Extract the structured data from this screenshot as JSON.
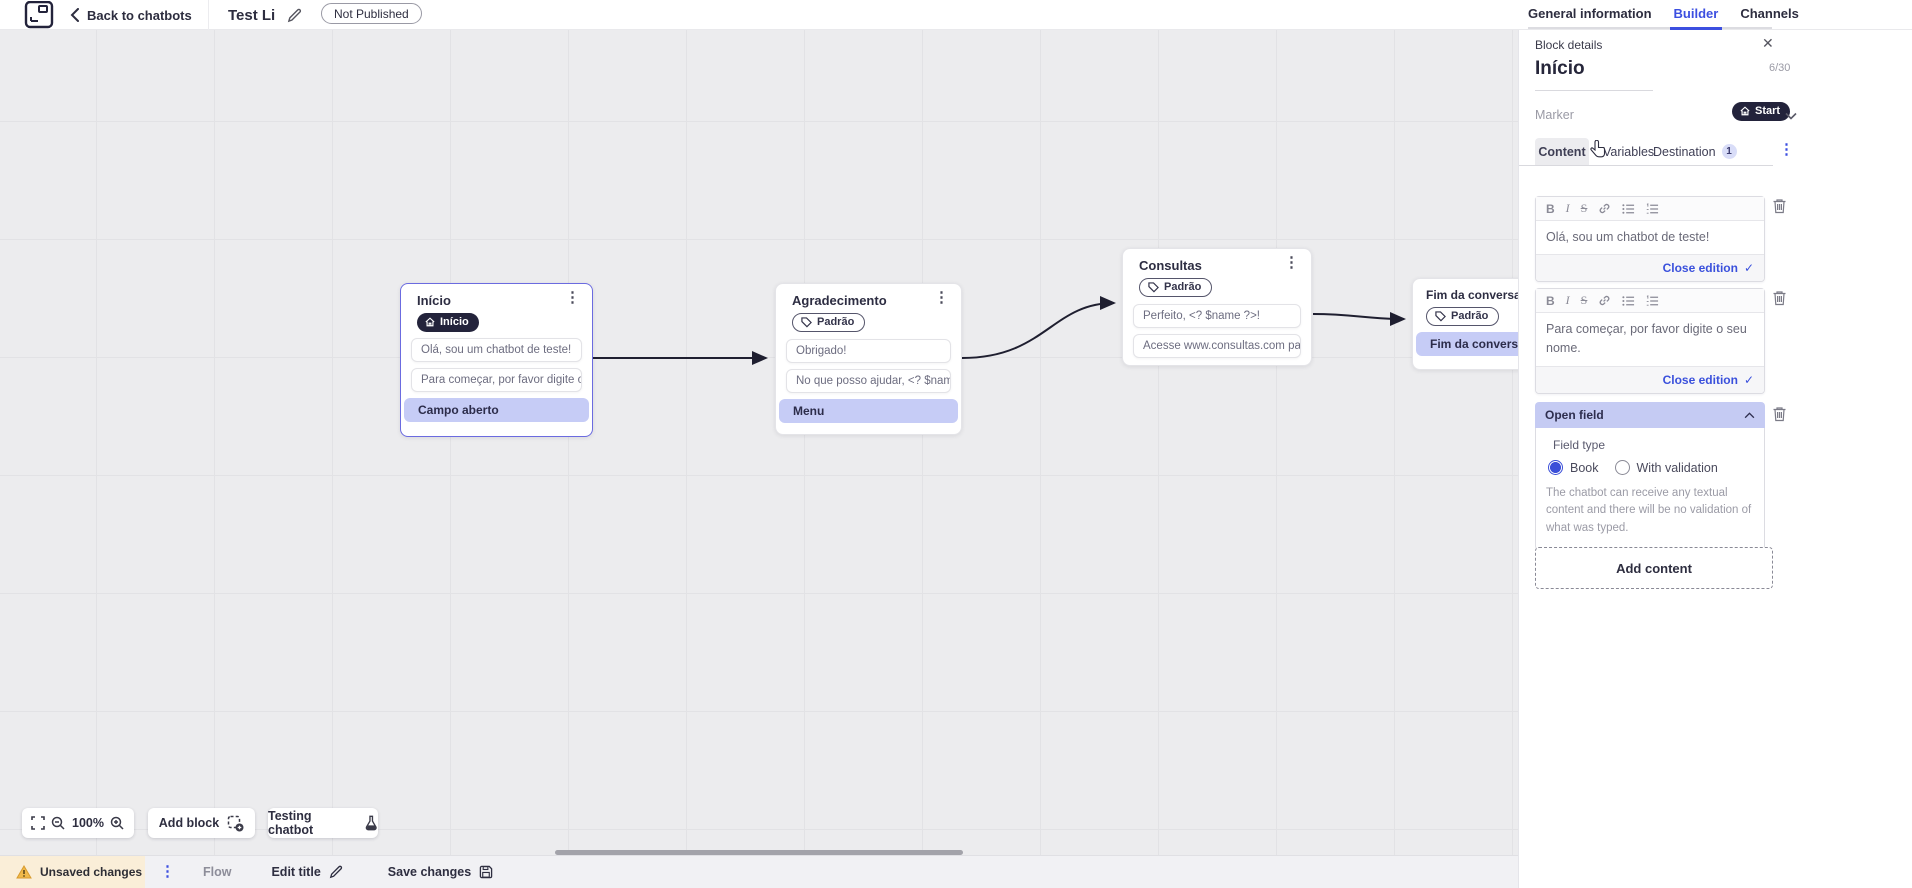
{
  "app": {
    "back_label": "Back to chatbots",
    "title": "Test Li",
    "status_badge": "Not Published",
    "tabs": [
      {
        "label": "General information",
        "active": false
      },
      {
        "label": "Builder",
        "active": true
      },
      {
        "label": "Channels",
        "active": false
      }
    ]
  },
  "canvas": {
    "zoom_level": "100%",
    "add_block_label": "Add block",
    "testing_label": "Testing chatbot",
    "blocks": [
      {
        "title": "Início",
        "marker": "Início",
        "selected": true,
        "items": [
          {
            "text": "Olá, sou um chatbot de teste!",
            "type": "message"
          },
          {
            "text": "Para começar, por favor digite o ...",
            "type": "message"
          },
          {
            "text": "Campo aberto",
            "type": "open-field"
          }
        ]
      },
      {
        "title": "Agradecimento",
        "tag": "Padrão",
        "items": [
          {
            "text": "Obrigado!",
            "type": "message"
          },
          {
            "text": "No que posso ajudar, <? $name ...",
            "type": "message"
          },
          {
            "text": "Menu",
            "type": "menu"
          }
        ]
      },
      {
        "title": "Consultas",
        "tag": "Padrão",
        "items": [
          {
            "text": "Perfeito, <? $name ?>!",
            "type": "message"
          },
          {
            "text": "Acesse www.consultas.com par...",
            "type": "message"
          }
        ]
      },
      {
        "title": "Fim da conversa",
        "tag": "Padrão",
        "items": [
          {
            "text": "Fim da conversa",
            "type": "end"
          }
        ]
      }
    ]
  },
  "panel": {
    "header": "Block details",
    "block_name": "Início",
    "name_counter": "6/30",
    "marker_label": "Marker",
    "marker_value": "Start",
    "tabs": [
      {
        "label": "Content",
        "active": true
      },
      {
        "label": "Variables",
        "active": false
      },
      {
        "label": "Destination",
        "active": false,
        "badge": "1"
      }
    ],
    "editors": [
      {
        "text": "Olá, sou um chatbot de teste!",
        "close_label": "Close edition"
      },
      {
        "text": "Para começar, por favor digite o seu nome.",
        "close_label": "Close edition"
      }
    ],
    "open_field": {
      "header": "Open field",
      "field_type_label": "Field type",
      "options": [
        {
          "label": "Book",
          "selected": true
        },
        {
          "label": "With validation",
          "selected": false
        }
      ],
      "description": "The chatbot can receive any textual content and there will be no validation of what was typed."
    },
    "add_content_label": "Add content"
  },
  "status_bar": {
    "unsaved": "Unsaved changes",
    "flow": "Flow",
    "edit_title": "Edit title",
    "save": "Save changes"
  },
  "icons": {
    "close": "✕",
    "check": "✓",
    "chevron_down": "⌄",
    "chevron_left": "‹",
    "dots_vertical": "⋮"
  },
  "colors": {
    "accent_blue": "#3c4fe0",
    "dark_pill": "#23233b",
    "lavender_item": "#c6ccf6",
    "open_field_header": "#c5cbf3",
    "selected_block_border": "#6b6be0",
    "warning_bg": "#faeed8",
    "warning_icon": "#e8a33d",
    "canvas_bg": "#ececee"
  }
}
